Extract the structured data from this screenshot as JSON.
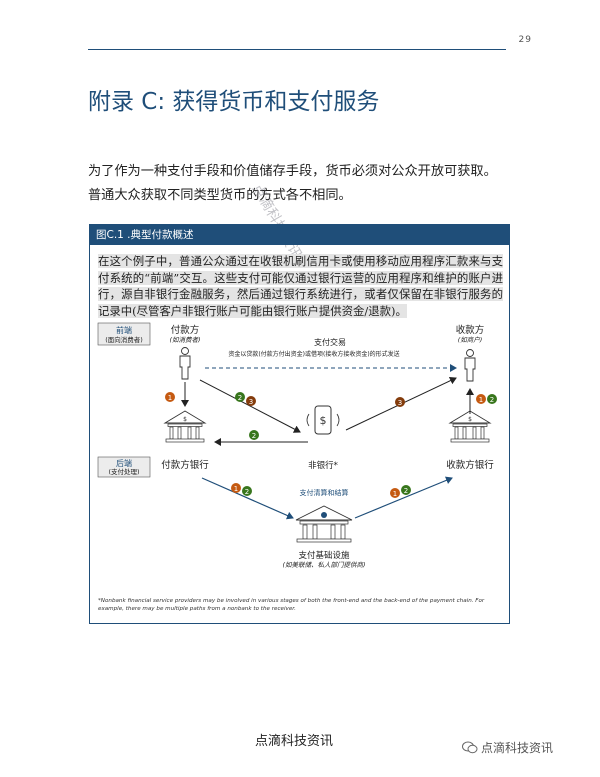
{
  "page": {
    "number": "29",
    "title": "附录 C: 获得货币和支付服务",
    "intro": "为了作为一种支付手段和价值储存手段，货币必须对公众开放可获取。普通大众获取不同类型货币的方式各不相同。",
    "watermark": "点滴科技资讯"
  },
  "figure": {
    "heading": "图C.1 .典型付款概述",
    "description": "在这个例子中，普通公众通过在收银机刷信用卡或使用移动应用程序汇款来与支付系统的“前端”交互。这些支付可能仅通过银行运营的应用程序和维护的账户进行，源自非银行金融服务，然后通过银行系统进行，或者仅保留在非银行服务的记录中(尽管客户非银行账户可能由银行账户提供资金/退款)。",
    "front_end_label": "前端",
    "front_end_sub": "(面向消费者)",
    "back_end_label": "后端",
    "back_end_sub": "(支付处理)",
    "payer_label": "付款方",
    "payer_sub": "(如消费者)",
    "payee_label": "收款方",
    "payee_sub": "(如商户)",
    "transaction_label": "支付交易",
    "transaction_desc": "资金以贷款(付款方付出资金)或借项(接收方接收资金)的形式发送",
    "payer_bank_label": "付款方银行",
    "payee_bank_label": "收款方银行",
    "nonbank_label": "非银行*",
    "clearing_label": "支付清算和结算",
    "infra_label": "支付基础设施",
    "infra_sub": "(如美联储、私人部门提供商)",
    "footnote": "*Nonbank financial service providers may be involved in various stages of both the front-end and the back-end of the payment chain. For example, there may be multiple paths from a nonbank to the receiver.",
    "badges": {
      "one": "1",
      "two": "2",
      "three": "3"
    },
    "colors": {
      "navy": "#1f4e79",
      "badge_orange": "#c55a11",
      "badge_green": "#38761d",
      "badge_darkred": "#843c0c",
      "highlight": "#e4e4e4"
    }
  },
  "footer": {
    "brand": "点滴科技资讯",
    "wechat": "点滴科技资讯",
    "wechat_icon": "wechat-icon"
  }
}
